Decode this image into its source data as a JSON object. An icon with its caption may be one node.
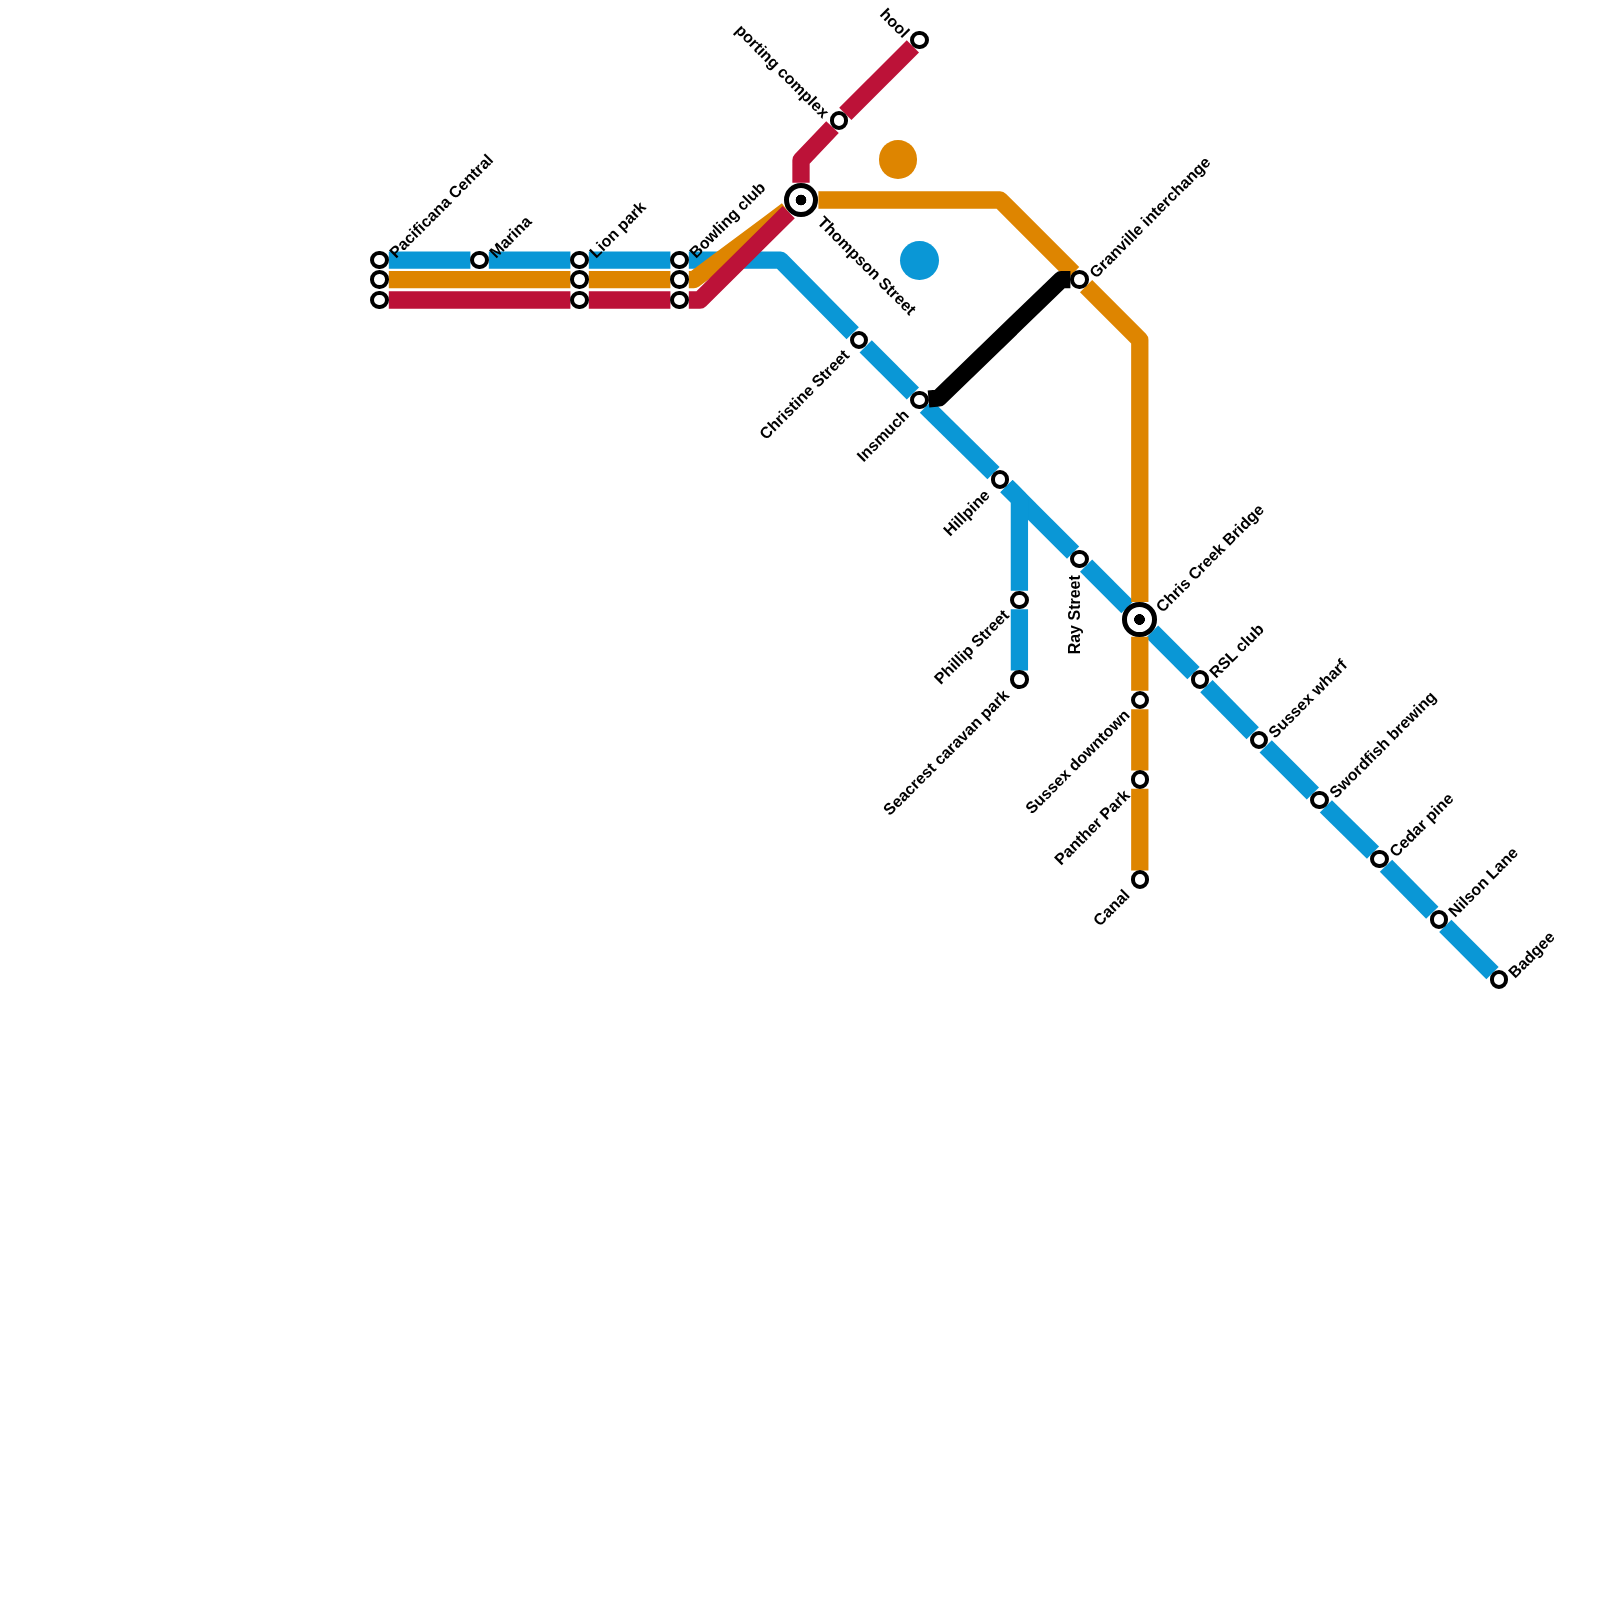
{
  "diagram": {
    "nodes": [
      {
        "text": [
          "Pacificana Central"
        ]
      },
      {
        "text": [],
        "shape": "circle"
      },
      {
        "text": [],
        "shape": "circle"
      },
      {
        "text": [
          "Marina"
        ]
      },
      {
        "text": [
          "Lion park"
        ]
      },
      {
        "text": [],
        "shape": "circle"
      },
      {
        "text": [],
        "shape": "circle"
      },
      {
        "text": [
          "Bowling club"
        ]
      },
      {
        "text": [],
        "shape": "circle"
      },
      {
        "text": [],
        "shape": "circle"
      },
      {
        "text": [
          "hool"
        ]
      },
      {
        "text": [
          "porting complex"
        ]
      },
      {
        "text": [
          "Thompson Street"
        ]
      },
      {
        "text": [],
        "shape": "circle"
      },
      {
        "text": [
          "Granville interchange"
        ]
      },
      {
        "text": [],
        "shape": "circle"
      },
      {
        "text": [
          "Christine Street"
        ]
      },
      {
        "text": [
          "Insmuch"
        ]
      },
      {
        "text": [
          "Hillpine"
        ]
      },
      {
        "text": [
          "Ray Street"
        ]
      },
      {
        "text": [
          "Phillip Street"
        ]
      },
      {
        "text": [
          "Seacrest caravan park"
        ]
      },
      {
        "text": [
          "Chris Creek Bridge"
        ]
      },
      {
        "text": [
          "Sussex downtown"
        ]
      },
      {
        "text": [
          "Panther Park"
        ]
      },
      {
        "text": [
          "Canal"
        ]
      },
      {
        "text": [
          "RSL club"
        ]
      },
      {
        "text": [
          "Sussex wharf"
        ]
      },
      {
        "text": [
          "Swordfish brewing"
        ]
      },
      {
        "text": [
          "Cedar pine"
        ]
      },
      {
        "text": [
          "Nilson Lane"
        ]
      },
      {
        "text": [
          "Badgee"
        ]
      }
    ],
    "edges": [
      {
        "from": 0,
        "to": 3,
        "arrow": "none"
      },
      {
        "from": 3,
        "to": 4,
        "arrow": "none"
      },
      {
        "from": 4,
        "to": 7,
        "arrow": "none"
      },
      {
        "from": 7,
        "to": 16,
        "arrow": "none"
      },
      {
        "from": 16,
        "to": 17,
        "arrow": "none"
      },
      {
        "from": 17,
        "to": 18,
        "arrow": "none"
      },
      {
        "from": 18,
        "to": 19,
        "arrow": "none"
      },
      {
        "from": 18,
        "to": 20,
        "arrow": "none"
      },
      {
        "from": 20,
        "to": 21,
        "arrow": "none"
      },
      {
        "from": 19,
        "to": 22,
        "arrow": "none"
      },
      {
        "from": 22,
        "to": 26,
        "arrow": "none"
      },
      {
        "from": 26,
        "to": 27,
        "arrow": "none"
      },
      {
        "from": 27,
        "to": 28,
        "arrow": "none"
      },
      {
        "from": 28,
        "to": 29,
        "arrow": "none"
      },
      {
        "from": 29,
        "to": 30,
        "arrow": "none"
      },
      {
        "from": 30,
        "to": 31,
        "arrow": "none"
      },
      {
        "from": 1,
        "to": 5,
        "arrow": "none",
        "color": "#de8500"
      },
      {
        "from": 5,
        "to": 8,
        "arrow": "none",
        "color": "#de8500"
      },
      {
        "from": 8,
        "to": 12,
        "arrow": "none",
        "color": "#de8500"
      },
      {
        "from": 12,
        "to": 14,
        "arrow": "none",
        "color": "#de8500"
      },
      {
        "from": 14,
        "to": 22,
        "arrow": "none",
        "color": "#de8500"
      },
      {
        "from": 22,
        "to": 23,
        "arrow": "none",
        "color": "#de8500"
      },
      {
        "from": 23,
        "to": 24,
        "arrow": "none",
        "color": "#de8500"
      },
      {
        "from": 24,
        "to": 25,
        "arrow": "none",
        "color": "#de8500"
      },
      {
        "from": 2,
        "to": 6,
        "arrow": "none",
        "color": "#bc1238"
      },
      {
        "from": 6,
        "to": 9,
        "arrow": "none",
        "color": "#bc1238"
      },
      {
        "from": 9,
        "to": 12,
        "arrow": "none",
        "color": "#bc1238"
      },
      {
        "from": 12,
        "to": 11,
        "arrow": "none",
        "color": "#bc1238"
      },
      {
        "from": 11,
        "to": 10,
        "arrow": "none",
        "color": "#bc1238"
      },
      {
        "from": 17,
        "to": 14,
        "arrow": "none",
        "color": "#000000"
      }
    ]
  }
}
